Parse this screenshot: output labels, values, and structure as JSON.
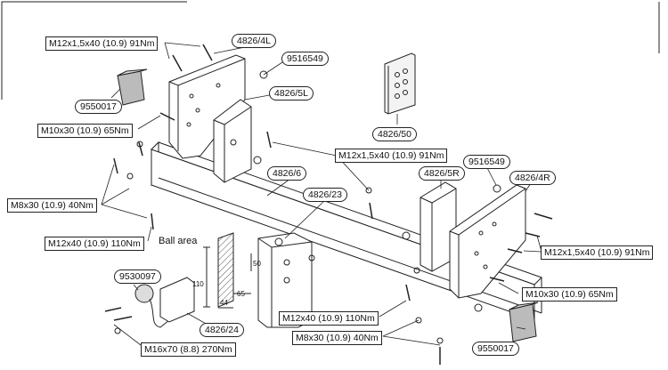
{
  "labels": {
    "bolt_m12x1_5_top": "M12x1,5x40 (10.9) 91Nm",
    "bolt_m10_left": "M10x30 (10.9) 65Nm",
    "bolt_m8_left": "M8x30 (10.9) 40Nm",
    "bolt_m12x40_left": "M12x40 (10.9) 110Nm",
    "bolt_m12x1_5_mid": "M12x1,5x40 (10.9) 91Nm",
    "bolt_m12x1_5_right": "M12x1,5x40 (10.9) 91Nm",
    "bolt_m10_right": "M10x30 (10.9) 65Nm",
    "bolt_m12x40_bottom": "M12x40 (10.9) 110Nm",
    "bolt_m8_bottom": "M8x30 (10.9) 40Nm",
    "bolt_m16": "M16x70 (8.8) 270Nm",
    "ball_area": "Ball area"
  },
  "parts": {
    "p4826_4l": "4826/4L",
    "p9516549_top": "9516549",
    "p4826_5l": "4826/5L",
    "p9550017_left": "9550017",
    "p4826_50": "4826/50",
    "p9516549_right": "9516549",
    "p4826_5r": "4826/5R",
    "p4826_4r": "4826/4R",
    "p4826_6": "4826/6",
    "p4826_23": "4826/23",
    "p9530097": "9530097",
    "p4826_24": "4826/24",
    "p9550017_right": "9550017"
  },
  "dimensions": {
    "d110": "110",
    "d44": "44",
    "d65": "65",
    "d50": "50"
  }
}
